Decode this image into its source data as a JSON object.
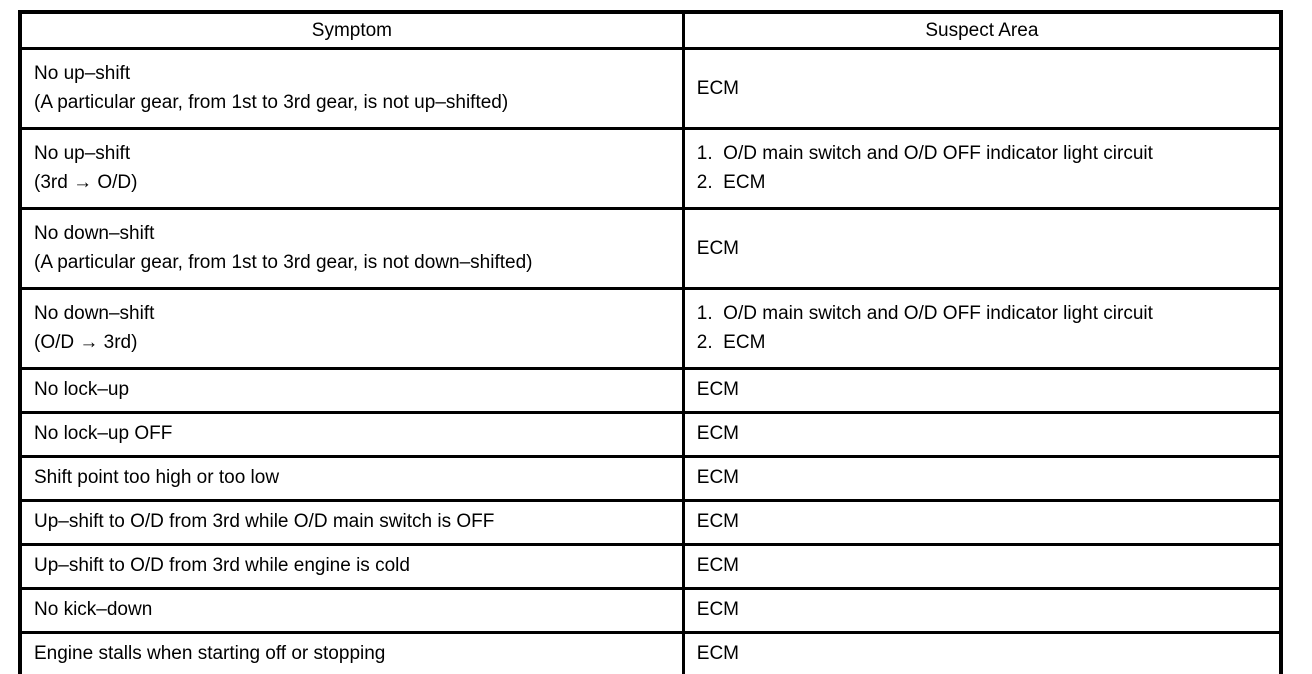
{
  "page": {
    "background_color": "#ffffff",
    "border_color": "#000000",
    "text_color": "#000000"
  },
  "table": {
    "description": "Transmission symptom to suspect area diagnostic chart",
    "headers": [
      "Symptom",
      "Suspect Area"
    ],
    "rows": [
      {
        "symptom_lines": [
          "No up–shift",
          "(A particular gear, from 1st to 3rd gear, is not up–shifted)"
        ],
        "suspect_lines": [
          "ECM"
        ]
      },
      {
        "symptom_lines": [
          "No up–shift",
          "(3rd → O/D)"
        ],
        "suspect_lines": [
          "1.  O/D main switch and O/D OFF indicator light circuit",
          "2.  ECM"
        ]
      },
      {
        "symptom_lines": [
          "No down–shift",
          "(A particular gear, from 1st to 3rd gear, is not down–shifted)"
        ],
        "suspect_lines": [
          "ECM"
        ]
      },
      {
        "symptom_lines": [
          "No down–shift",
          "(O/D → 3rd)"
        ],
        "suspect_lines": [
          "1.  O/D main switch and O/D OFF indicator light circuit",
          "2.  ECM"
        ]
      },
      {
        "symptom_lines": [
          "No lock–up"
        ],
        "suspect_lines": [
          "ECM"
        ]
      },
      {
        "symptom_lines": [
          "No lock–up OFF"
        ],
        "suspect_lines": [
          "ECM"
        ]
      },
      {
        "symptom_lines": [
          "Shift point too high or too low"
        ],
        "suspect_lines": [
          "ECM"
        ]
      },
      {
        "symptom_lines": [
          "Up–shift to O/D from 3rd while O/D main switch is OFF"
        ],
        "suspect_lines": [
          "ECM"
        ]
      },
      {
        "symptom_lines": [
          "Up–shift to O/D from 3rd while engine is cold"
        ],
        "suspect_lines": [
          "ECM"
        ]
      },
      {
        "symptom_lines": [
          "No kick–down"
        ],
        "suspect_lines": [
          "ECM"
        ]
      },
      {
        "symptom_lines": [
          "Engine stalls when starting off or stopping"
        ],
        "suspect_lines": [
          "ECM"
        ]
      }
    ]
  }
}
